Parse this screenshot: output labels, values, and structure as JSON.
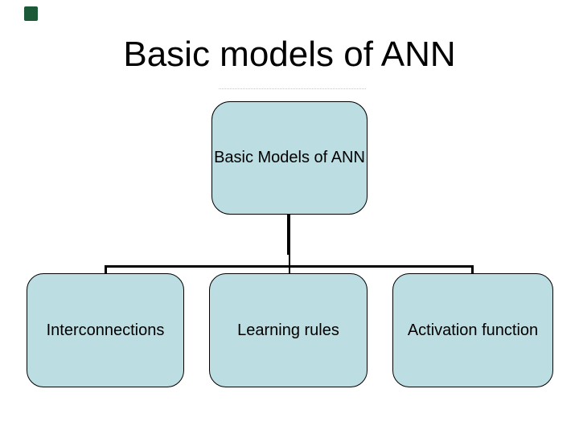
{
  "slide": {
    "title": "Basic models of ANN",
    "background": "#ffffff",
    "text_color": "#000000",
    "decoration": {
      "color": "#1b5a38"
    }
  },
  "diagram": {
    "type": "hierarchy",
    "root": {
      "label": "Basic Models of ANN"
    },
    "children": [
      {
        "label": "Interconnections"
      },
      {
        "label": "Learning rules"
      },
      {
        "label": "Activation function"
      }
    ],
    "box_fill": "#bcdde2",
    "box_border_color": "#000000",
    "connector_color": "#000000"
  }
}
